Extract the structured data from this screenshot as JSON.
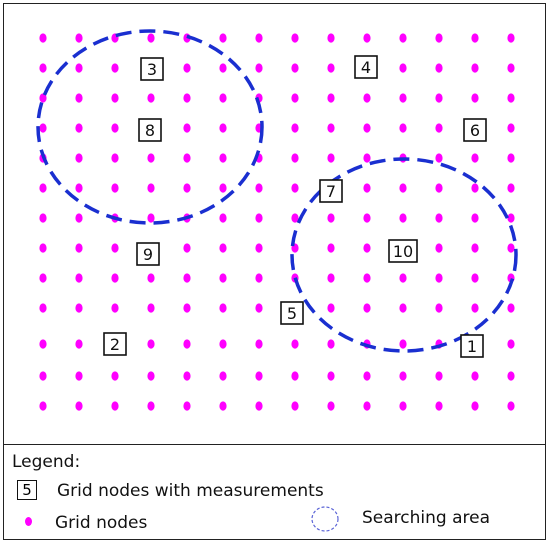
{
  "diagram": {
    "measurement_labels": [
      "3",
      "4",
      "8",
      "6",
      "7",
      "9",
      "10",
      "5",
      "2",
      "1"
    ],
    "colors": {
      "grid_node": "#ff00ff",
      "searching_area": "#1a2fd0",
      "box_border": "#111111"
    }
  },
  "legend": {
    "title": "Legend:",
    "box_label": "5",
    "measurements_text": "Grid nodes with measurements",
    "grid_nodes_text": "Grid nodes",
    "searching_area_text": "Searching area"
  }
}
